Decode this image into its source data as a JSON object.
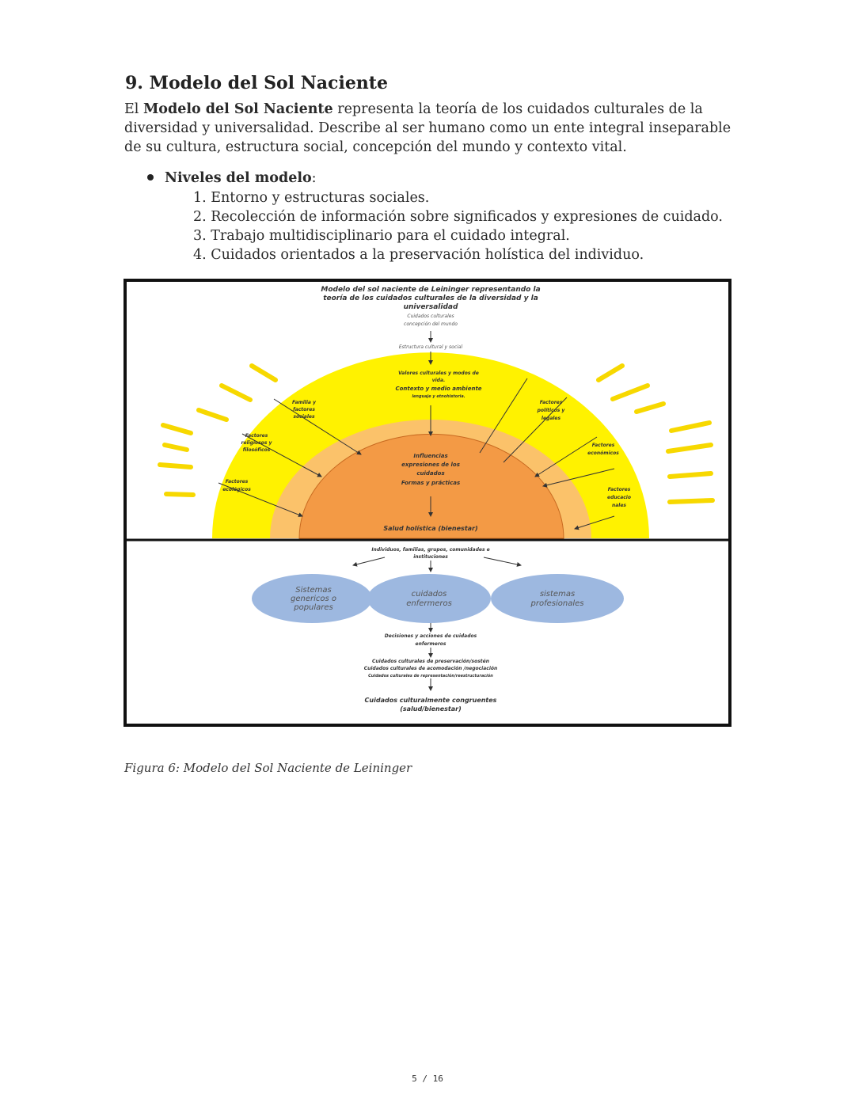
{
  "section": {
    "title": "9. Modelo del Sol Naciente",
    "intro_prefix": "El ",
    "intro_bold": "Modelo del Sol Naciente",
    "intro_rest": " representa la teoría de los cuidados culturales de la diversidad y universalidad. Describe al ser humano como un ente integral inseparable de su cultura, estructura social, concepción del mundo y contexto vital."
  },
  "levels": {
    "heading": "Niveles del modelo",
    "colon": ":",
    "items": [
      "1. Entorno y estructuras sociales.",
      "2. Recolección de información sobre significados y expresiones de cuidado.",
      "3. Trabajo multidisciplinario para el cuidado integral.",
      "4. Cuidados orientados a la preservación holística del individuo."
    ]
  },
  "figure": {
    "title_line1": "Modelo del sol naciente de Leininger representando la",
    "title_line2": "teoría de los cuidados culturales  de la diversidad y la",
    "title_line3": "universalidad",
    "top_label1": "Cuidados culturales",
    "top_label2": "concepción del mundo",
    "structure": "Estructura cultural y social",
    "values_line1": "Valores culturales y modos de",
    "values_line2": "vida.",
    "context_line1": "Contexto y medio ambiente",
    "context_line2": "lenguaje y etnohistoria.",
    "factor_family": [
      "Familia y",
      "factores",
      "sociales"
    ],
    "factor_religious": [
      "Factores",
      "religiosos y",
      "filosóficos"
    ],
    "factor_ecological": [
      "Factores",
      "ecológicos"
    ],
    "factor_political": [
      "Factores",
      "políticos y",
      "legales"
    ],
    "factor_economic": [
      "Factores",
      "económicos"
    ],
    "factor_educational": [
      "Factores",
      "educacio",
      "nales"
    ],
    "influences": [
      "Influencias",
      "expresiones de los",
      "cuidados",
      "Formas y prácticas"
    ],
    "holistic": "Salud holística (bienestar)",
    "individuals_line1": "Individuos, familias, grupos, comunidades e",
    "individuals_line2": "instituciones",
    "circle_left": [
      "Sistemas",
      "genericos o",
      "populares"
    ],
    "circle_center": [
      "cuidados",
      "enfermeros"
    ],
    "circle_right": [
      "sistemas",
      "profesionales"
    ],
    "decisions_line1": "Decisiones y acciones de cuidados",
    "decisions_line2": "enfermeros",
    "care1": "Cuidados culturales de preservación/sostén",
    "care2": "Cuidados culturales de acomodación /negociación",
    "care3": "Cuidados culturales de representación/reestructuración",
    "congruent_line1": "Cuidados culturalmente congruentes",
    "congruent_line2": "(salud/bienestar)",
    "colors": {
      "sun_outer": "#fff200",
      "sun_middle": "#fbc26a",
      "sun_inner": "#f39a45",
      "circle_fill": "#9db8e0",
      "frame": "#111111"
    }
  },
  "caption": "Figura 6: Modelo del Sol Naciente de Leininger",
  "page_number": "5 / 16"
}
